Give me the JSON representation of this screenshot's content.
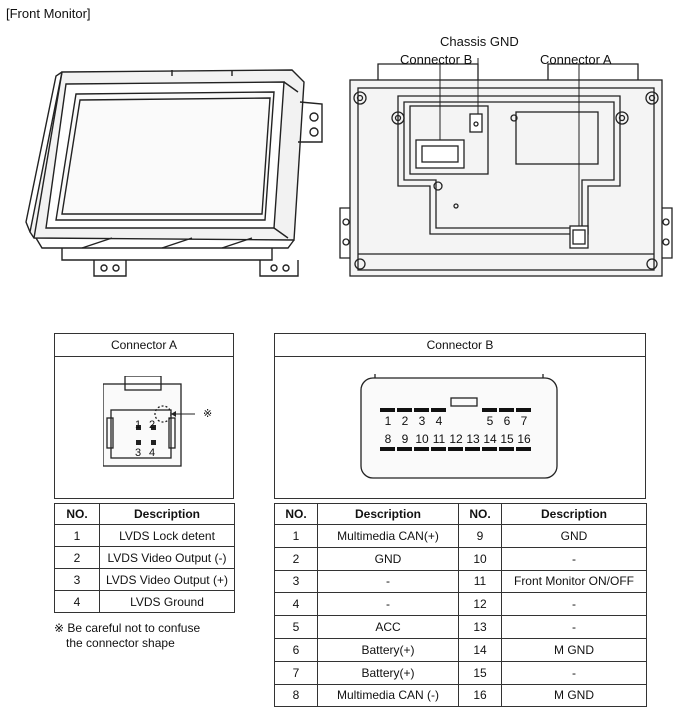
{
  "page_title": "[Front Monitor]",
  "callouts": {
    "chassis_gnd": "Chassis GND",
    "connector_b": "Connector B",
    "connector_a": "Connector A"
  },
  "connector_a": {
    "title": "Connector A",
    "pin_marks": [
      "1",
      "2",
      "3",
      "4"
    ],
    "symbol": "※",
    "headers": [
      "NO.",
      "Description"
    ],
    "rows": [
      {
        "no": "1",
        "desc": "LVDS Lock detent"
      },
      {
        "no": "2",
        "desc": "LVDS Video Output (-)"
      },
      {
        "no": "3",
        "desc": "LVDS Video Output (+)"
      },
      {
        "no": "4",
        "desc": "LVDS Ground"
      }
    ],
    "note_line1": "※ Be careful not to confuse",
    "note_line2": "the connector shape"
  },
  "connector_b": {
    "title": "Connector B",
    "top_pins": [
      "1",
      "2",
      "3",
      "4",
      "5",
      "6",
      "7"
    ],
    "bottom_pins": [
      "8",
      "9",
      "10",
      "11",
      "12",
      "13",
      "14",
      "15",
      "16"
    ],
    "headers": [
      "NO.",
      "Description",
      "NO.",
      "Description"
    ],
    "rows": [
      {
        "no1": "1",
        "desc1": "Multimedia CAN(+)",
        "no2": "9",
        "desc2": "GND"
      },
      {
        "no1": "2",
        "desc1": "GND",
        "no2": "10",
        "desc2": "-"
      },
      {
        "no1": "3",
        "desc1": "-",
        "no2": "11",
        "desc2": "Front Monitor ON/OFF"
      },
      {
        "no1": "4",
        "desc1": "-",
        "no2": "12",
        "desc2": "-"
      },
      {
        "no1": "5",
        "desc1": "ACC",
        "no2": "13",
        "desc2": "-"
      },
      {
        "no1": "6",
        "desc1": "Battery(+)",
        "no2": "14",
        "desc2": "M GND"
      },
      {
        "no1": "7",
        "desc1": "Battery(+)",
        "no2": "15",
        "desc2": "-"
      },
      {
        "no1": "8",
        "desc1": "Multimedia CAN (-)",
        "no2": "16",
        "desc2": "M GND"
      }
    ]
  }
}
